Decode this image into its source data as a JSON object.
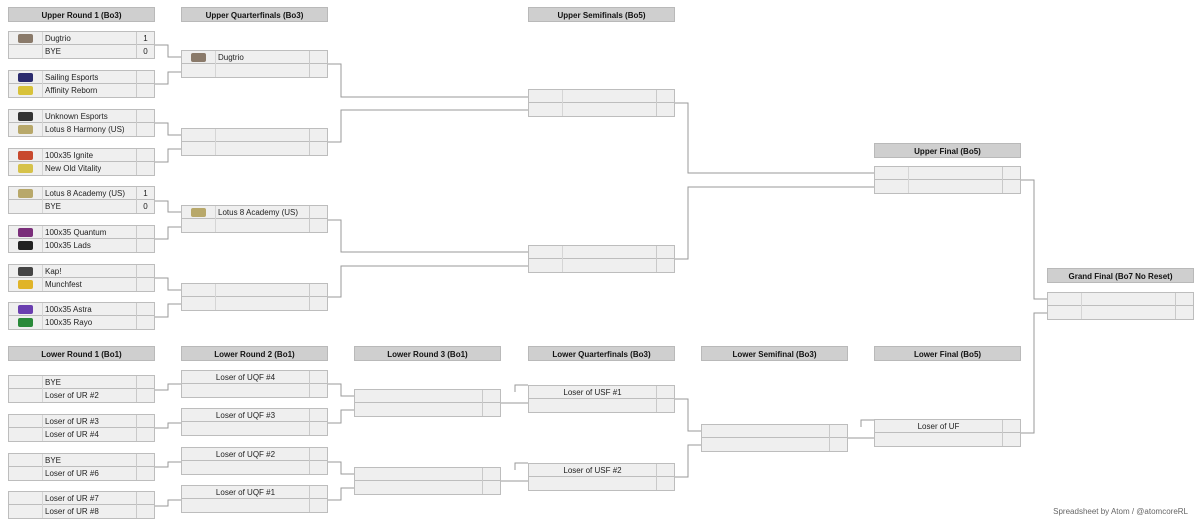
{
  "headers": {
    "ur1": "Upper Round 1 (Bo3)",
    "uqf": "Upper Quarterfinals (Bo3)",
    "usf": "Upper Semifinals (Bo5)",
    "uf": "Upper Final (Bo5)",
    "gf": "Grand Final (Bo7 No Reset)",
    "lr1": "Lower Round 1 (Bo1)",
    "lr2": "Lower Round 2 (Bo1)",
    "lr3": "Lower Round 3 (Bo1)",
    "lqf": "Lower Quarterfinals (Bo3)",
    "lsf": "Lower Semifinal (Bo3)",
    "lf": "Lower Final (Bo5)"
  },
  "ur1": [
    {
      "t1": "Dugtrio",
      "s1": "1",
      "l1": "dugtrio-logo",
      "t2": "BYE",
      "s2": "0",
      "l2": ""
    },
    {
      "t1": "Sailing Esports",
      "s1": "",
      "l1": "sailing-esports-logo",
      "t2": "Affinity Reborn",
      "s2": "",
      "l2": "affinity-reborn-logo"
    },
    {
      "t1": "Unknown Esports",
      "s1": "",
      "l1": "unknown-esports-logo",
      "t2": "Lotus 8 Harmony (US)",
      "s2": "",
      "l2": "lotus8-logo"
    },
    {
      "t1": "100x35 Ignite",
      "s1": "",
      "l1": "100x35-ignite-logo",
      "t2": "New Old Vitality",
      "s2": "",
      "l2": "new-old-vitality-logo"
    },
    {
      "t1": "Lotus 8 Academy (US)",
      "s1": "1",
      "l1": "lotus8-logo",
      "t2": "BYE",
      "s2": "0",
      "l2": ""
    },
    {
      "t1": "100x35 Quantum",
      "s1": "",
      "l1": "100x35-quantum-logo",
      "t2": "100x35 Lads",
      "s2": "",
      "l2": "100x35-lads-logo"
    },
    {
      "t1": "Kap!",
      "s1": "",
      "l1": "kap-logo",
      "t2": "Munchfest",
      "s2": "",
      "l2": "munchfest-logo"
    },
    {
      "t1": "100x35 Astra",
      "s1": "",
      "l1": "100x35-astra-logo",
      "t2": "100x35 Rayo",
      "s2": "",
      "l2": "100x35-rayo-logo"
    }
  ],
  "uqf": [
    {
      "t1": "Dugtrio",
      "l1": "dugtrio-logo",
      "t2": "",
      "l2": ""
    },
    {
      "t1": "",
      "l1": "",
      "t2": "",
      "l2": ""
    },
    {
      "t1": "Lotus 8 Academy (US)",
      "l1": "lotus8-logo",
      "t2": "",
      "l2": ""
    },
    {
      "t1": "",
      "l1": "",
      "t2": "",
      "l2": ""
    }
  ],
  "lr1": [
    {
      "t1": "BYE",
      "t2": "Loser of UR #2"
    },
    {
      "t1": "Loser of UR #3",
      "t2": "Loser of UR #4"
    },
    {
      "t1": "BYE",
      "t2": "Loser of UR #6"
    },
    {
      "t1": "Loser of UR #7",
      "t2": "Loser of UR #8"
    }
  ],
  "lr2": [
    {
      "t1": "Loser of UQF #4",
      "t2": ""
    },
    {
      "t1": "Loser of UQF #3",
      "t2": ""
    },
    {
      "t1": "Loser of UQF #2",
      "t2": ""
    },
    {
      "t1": "Loser of UQF #1",
      "t2": ""
    }
  ],
  "lqf": [
    {
      "t1": "Loser of USF #1",
      "t2": ""
    },
    {
      "t1": "Loser of USF #2",
      "t2": ""
    }
  ],
  "lf": {
    "t1": "Loser of UF",
    "t2": ""
  },
  "logo_colors": {
    "dugtrio-logo": "#8a7a6a",
    "sailing-esports-logo": "#2b2b6e",
    "affinity-reborn-logo": "#d8c23a",
    "unknown-esports-logo": "#333333",
    "lotus8-logo": "#b8a86a",
    "100x35-ignite-logo": "#c8492e",
    "new-old-vitality-logo": "#d6c24a",
    "100x35-quantum-logo": "#7a2e7a",
    "100x35-lads-logo": "#222222",
    "kap-logo": "#444444",
    "munchfest-logo": "#e0b428",
    "100x35-astra-logo": "#6a3fb0",
    "100x35-rayo-logo": "#2a8a3a"
  },
  "footer": "Spreadsheet by Atom / @atomcoreRL"
}
